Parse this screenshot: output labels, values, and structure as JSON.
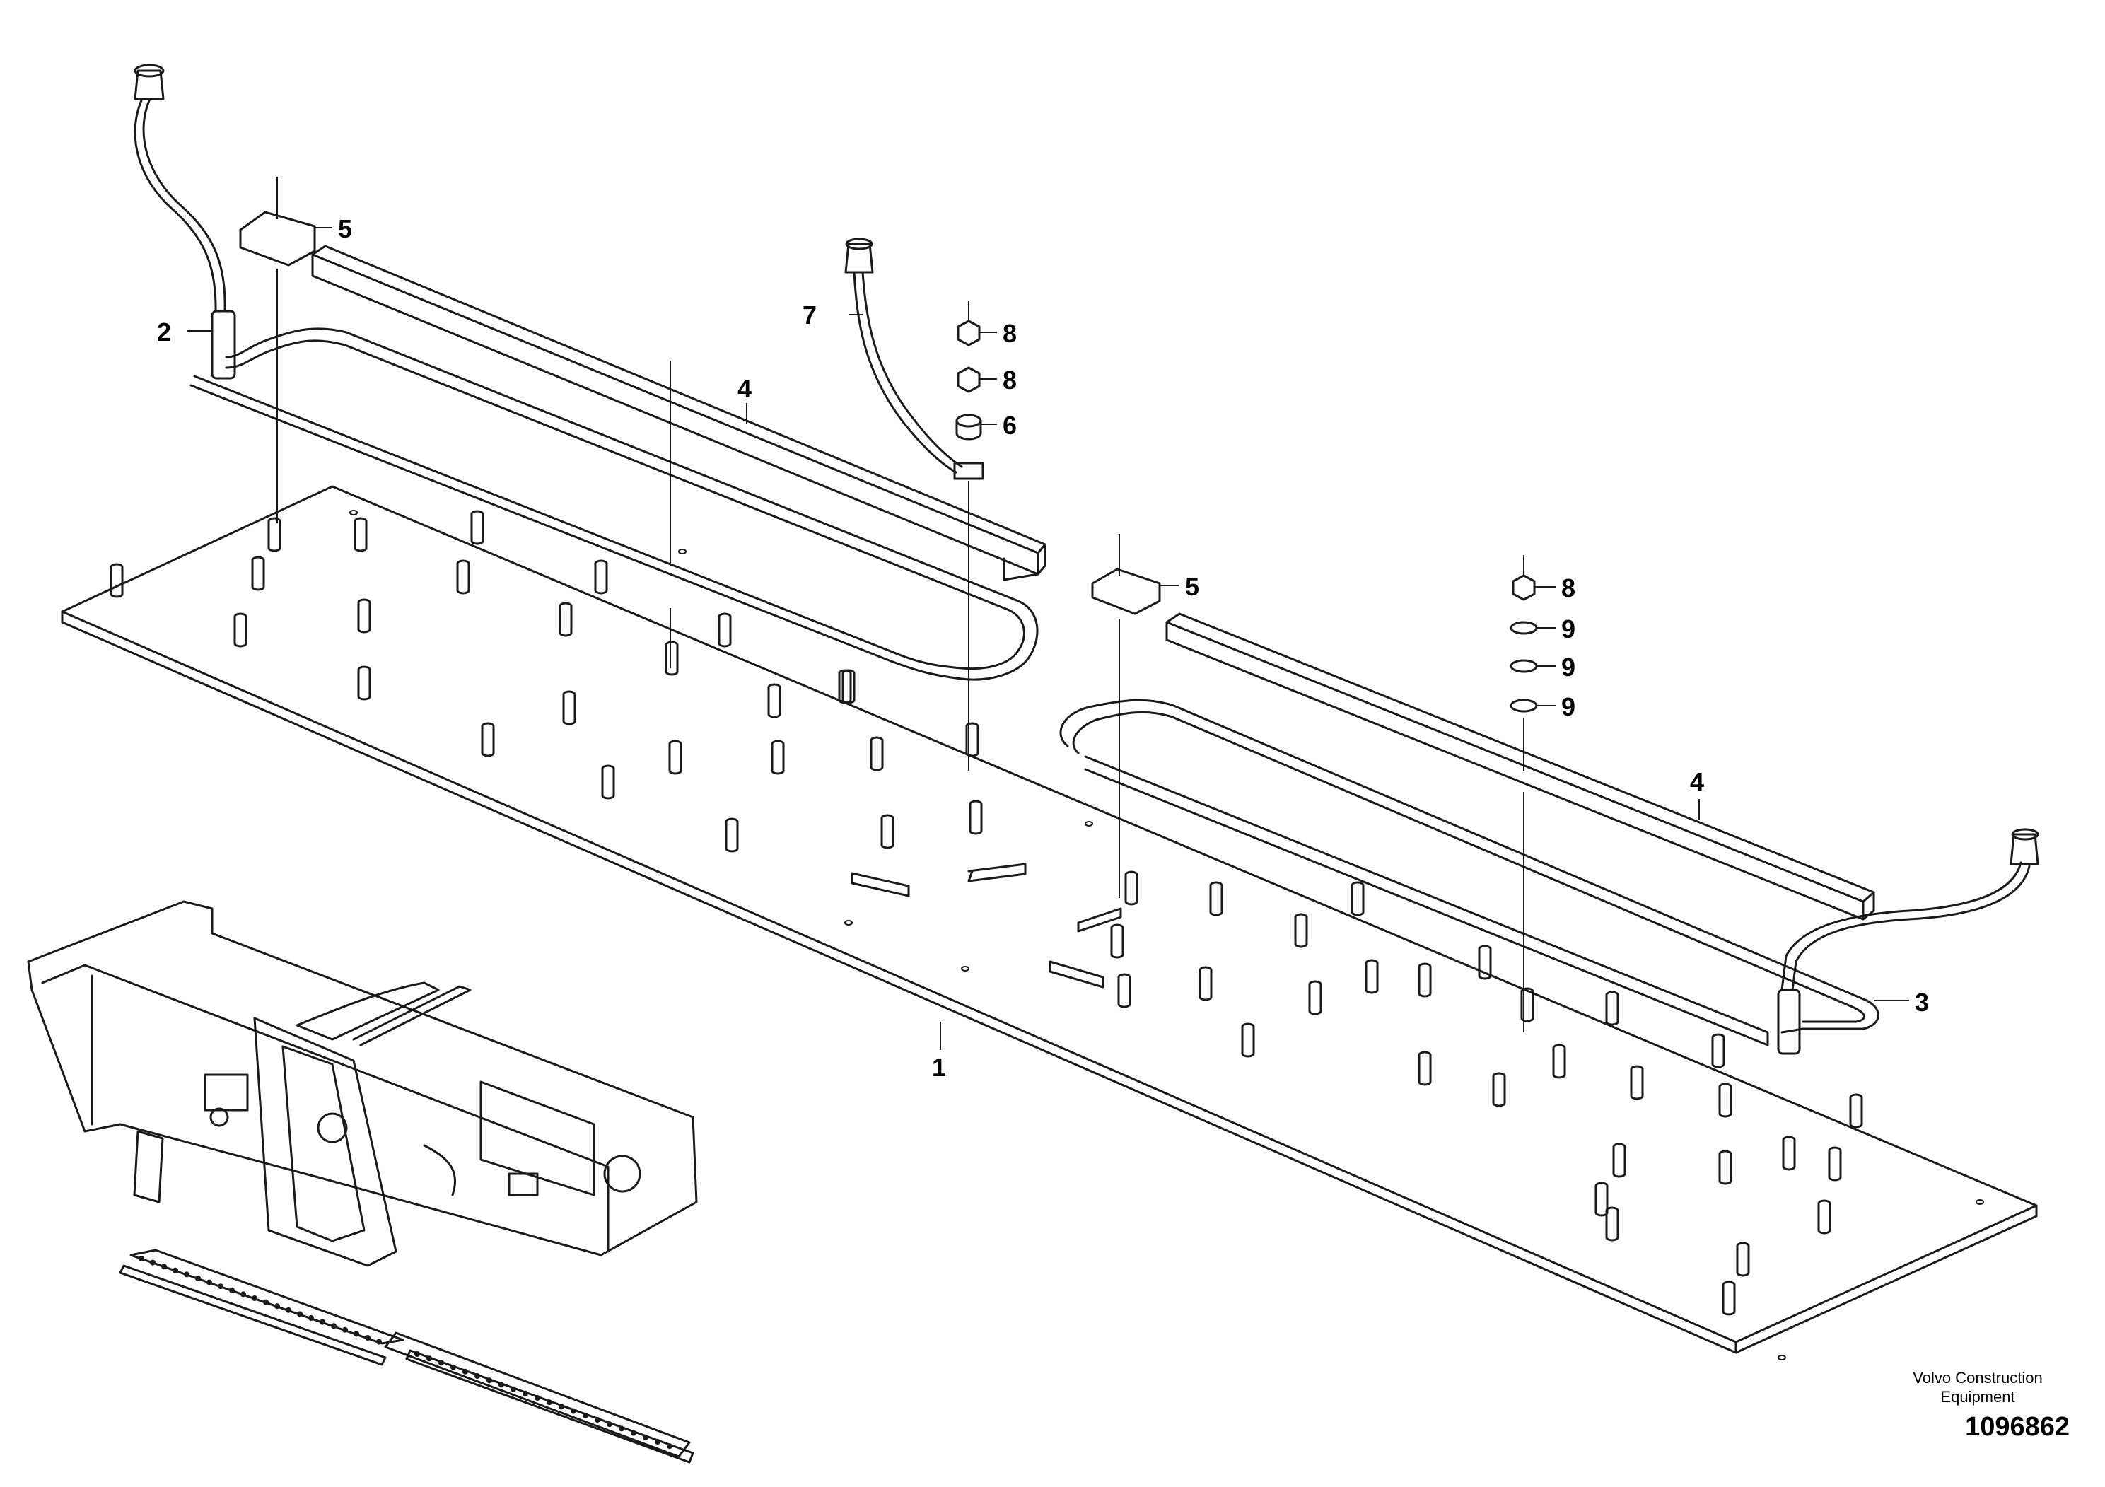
{
  "footer": {
    "brand_line1": "Volvo Construction",
    "brand_line2": "Equipment",
    "illustration_number": "1096862"
  },
  "callouts": [
    "1",
    "2",
    "3",
    "4",
    "4",
    "5",
    "5",
    "6",
    "7",
    "8",
    "8",
    "8",
    "9",
    "9",
    "9"
  ],
  "colors": {
    "ink": "#1a1a1a",
    "background": "#ffffff"
  }
}
